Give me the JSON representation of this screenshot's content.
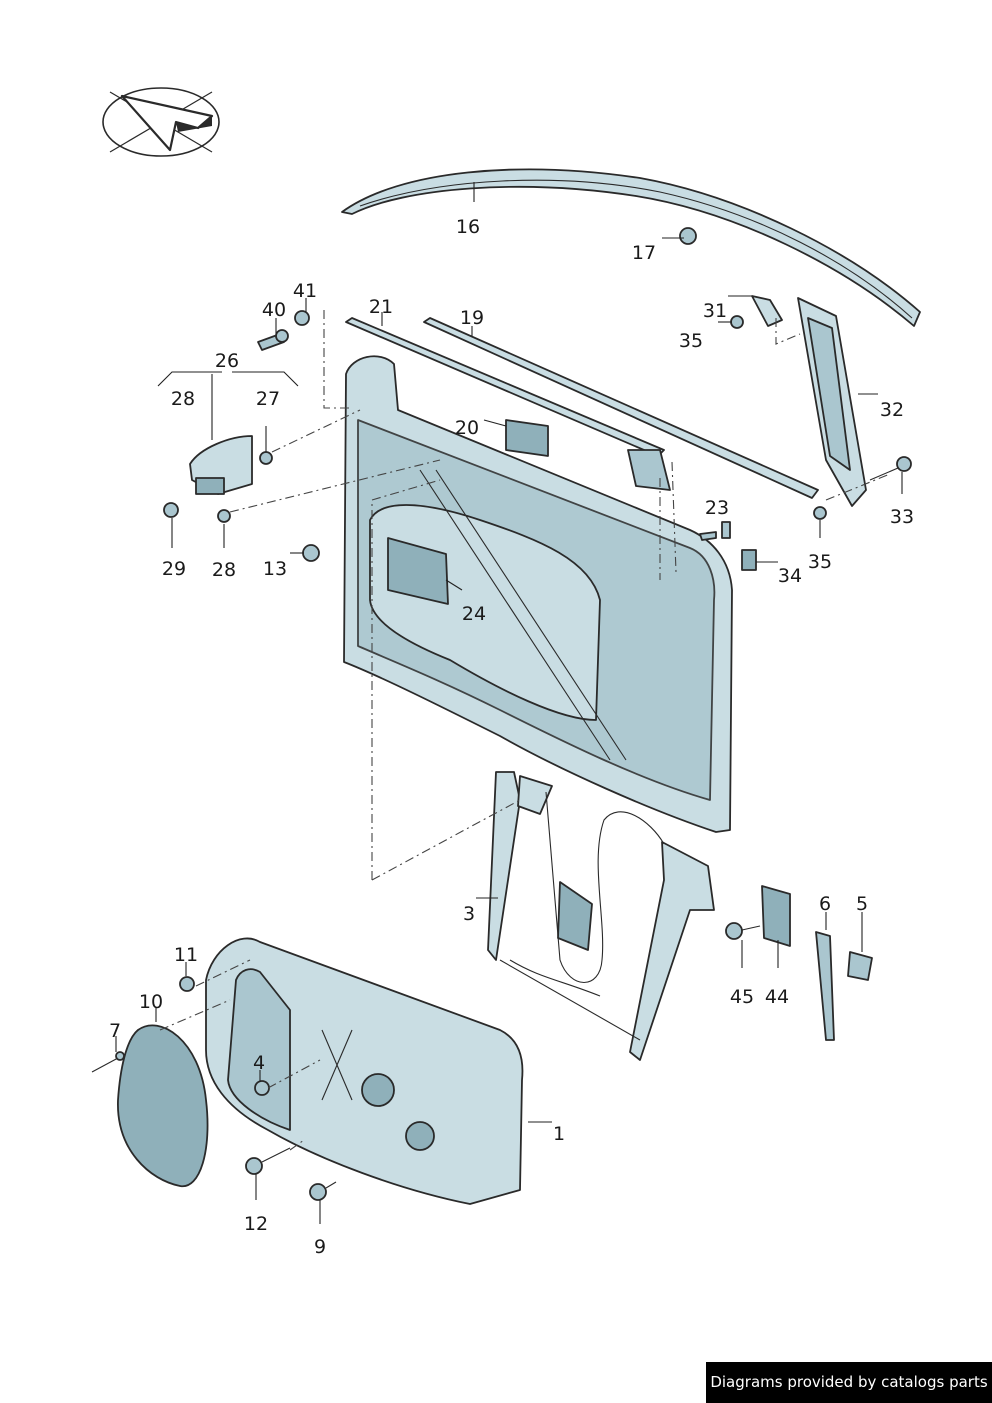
{
  "diagram": {
    "callouts": [
      {
        "id": "c16",
        "label": "16"
      },
      {
        "id": "c17",
        "label": "17"
      },
      {
        "id": "c41",
        "label": "41"
      },
      {
        "id": "c40",
        "label": "40"
      },
      {
        "id": "c21",
        "label": "21"
      },
      {
        "id": "c19",
        "label": "19"
      },
      {
        "id": "c31",
        "label": "31"
      },
      {
        "id": "c35a",
        "label": "35"
      },
      {
        "id": "c26",
        "label": "26"
      },
      {
        "id": "c28a",
        "label": "28"
      },
      {
        "id": "c27",
        "label": "27"
      },
      {
        "id": "c20",
        "label": "20"
      },
      {
        "id": "c32",
        "label": "32"
      },
      {
        "id": "c33",
        "label": "33"
      },
      {
        "id": "c23",
        "label": "23"
      },
      {
        "id": "c35b",
        "label": "35"
      },
      {
        "id": "c34",
        "label": "34"
      },
      {
        "id": "c29",
        "label": "29"
      },
      {
        "id": "c28b",
        "label": "28"
      },
      {
        "id": "c13",
        "label": "13"
      },
      {
        "id": "c24",
        "label": "24"
      },
      {
        "id": "c3",
        "label": "3"
      },
      {
        "id": "c6",
        "label": "6"
      },
      {
        "id": "c5",
        "label": "5"
      },
      {
        "id": "c45",
        "label": "45"
      },
      {
        "id": "c44",
        "label": "44"
      },
      {
        "id": "c11",
        "label": "11"
      },
      {
        "id": "c10",
        "label": "10"
      },
      {
        "id": "c7",
        "label": "7"
      },
      {
        "id": "c4",
        "label": "4"
      },
      {
        "id": "c1",
        "label": "1"
      },
      {
        "id": "c12",
        "label": "12"
      },
      {
        "id": "c9",
        "label": "9"
      }
    ]
  },
  "credit": {
    "text": "Diagrams provided by catalogs parts"
  },
  "colors": {
    "part_fill": "#c9dde3",
    "part_shade": "#8fb0ba",
    "line": "#2a2a2a",
    "background": "#ffffff"
  },
  "icons": {
    "orientation": "orientation-arrow-icon"
  }
}
